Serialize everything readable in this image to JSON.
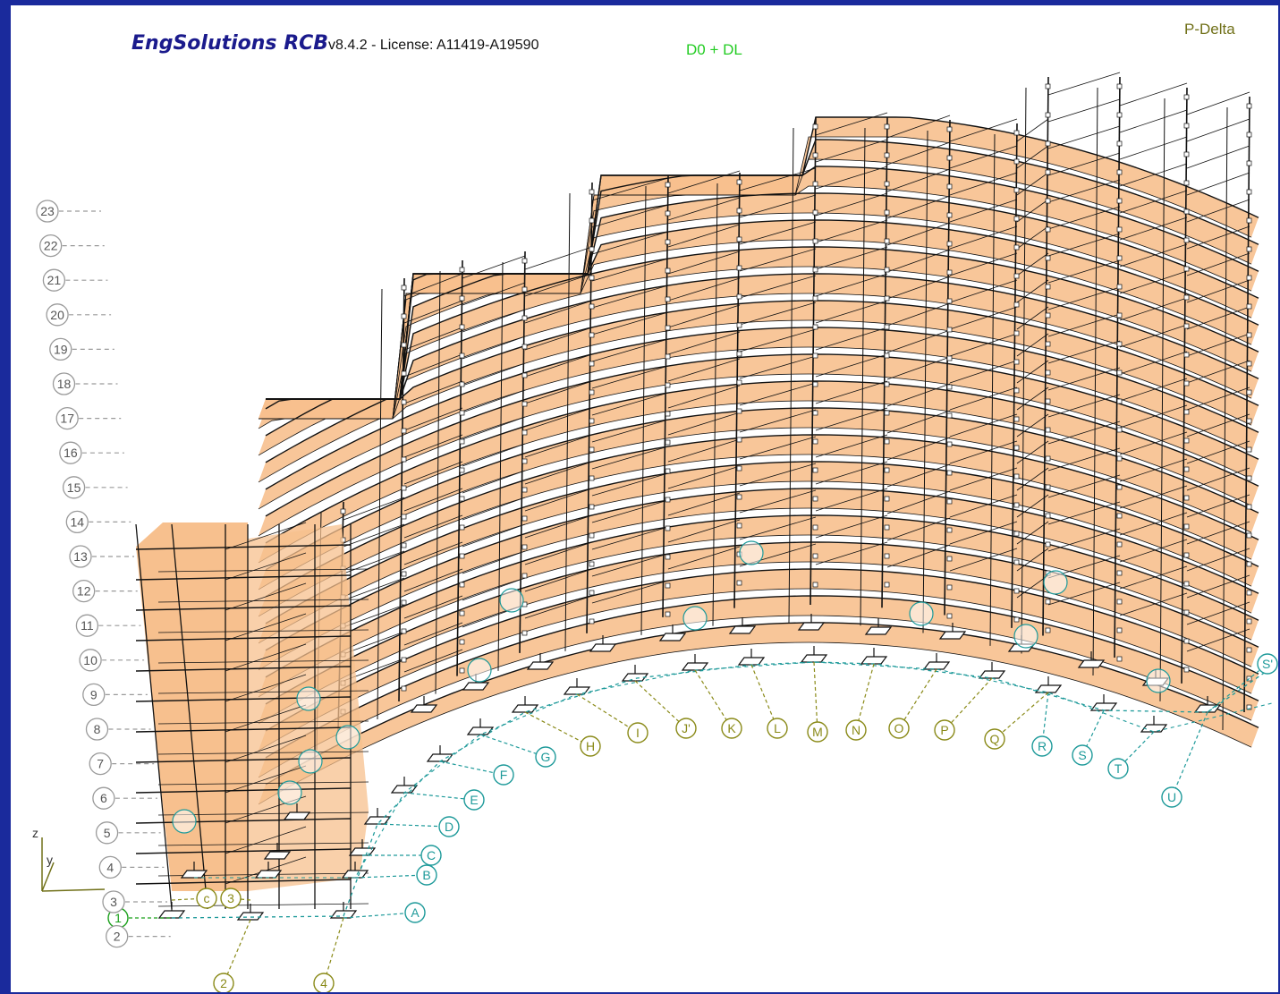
{
  "header": {
    "app_name": "EngSolutions RCB",
    "license_text": "v8.4.2 - License: A11419-A19590",
    "load_case": "D0 + DL",
    "analysis_mode": "P-Delta"
  },
  "axes_triad": {
    "z": "z",
    "y": "y"
  },
  "colors": {
    "frame_border": "#1a2a9c",
    "slab_fill": "#f7c08e",
    "member_stroke": "#111111",
    "level_marker": "#9a9a9a",
    "grid_teal": "#1e9a9a",
    "grid_olive": "#8a8a18",
    "grid_green": "#1aa01a"
  },
  "levels": [
    "23",
    "22",
    "21",
    "20",
    "19",
    "18",
    "17",
    "16",
    "15",
    "14",
    "13",
    "12",
    "11",
    "10",
    "9",
    "8",
    "7",
    "6",
    "5",
    "4",
    "3",
    "2"
  ],
  "grid_lines": {
    "teal": [
      "A",
      "B",
      "C",
      "D",
      "E",
      "F",
      "G",
      "R",
      "S",
      "T",
      "U",
      "S'"
    ],
    "olive": [
      "H",
      "I",
      "J'",
      "K",
      "L",
      "M",
      "N",
      "O",
      "P",
      "Q",
      "2",
      "4",
      "3",
      "c"
    ],
    "green": [
      "1"
    ]
  }
}
